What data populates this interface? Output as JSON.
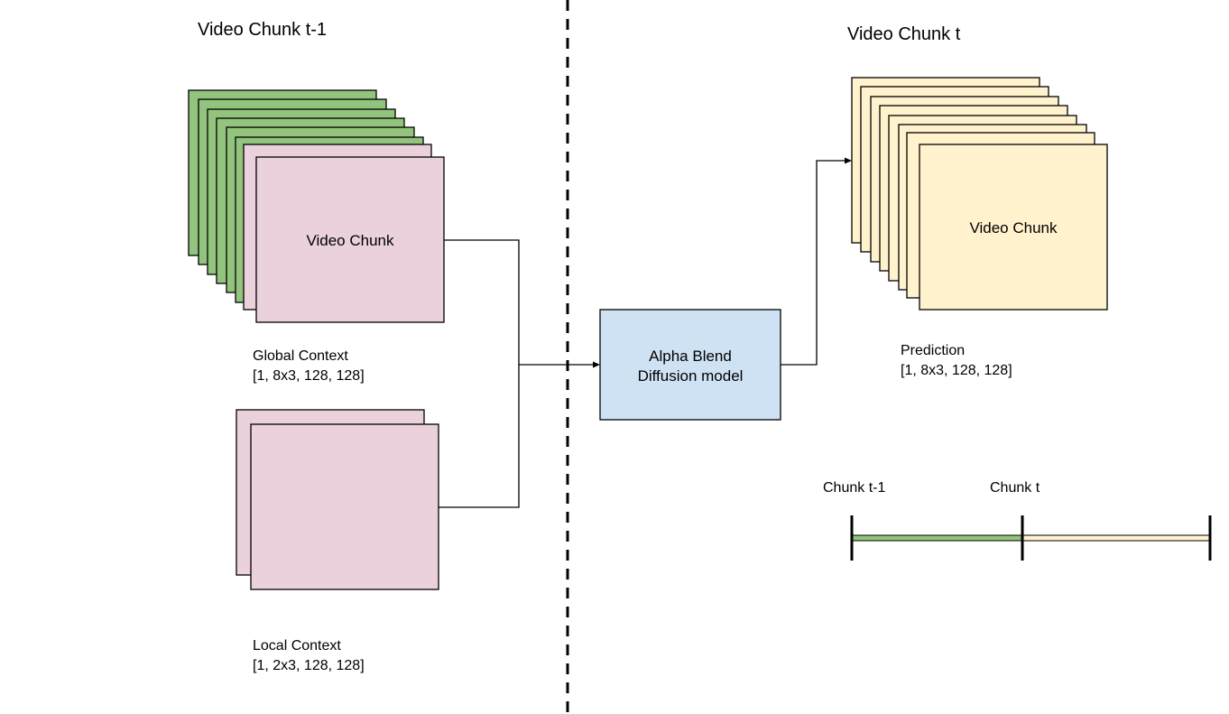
{
  "titles": {
    "left": "Video Chunk t-1",
    "right": "Video Chunk t"
  },
  "global_context": {
    "frame_label": "Video Chunk",
    "name": "Global Context",
    "shape": "[1, 8x3, 128, 128]",
    "frames_green": 6,
    "frames_pink": 2
  },
  "local_context": {
    "name": "Local Context",
    "shape": "[1, 2x3, 128, 128]",
    "frames_pink": 2
  },
  "model": {
    "line1": "Alpha Blend",
    "line2": "Diffusion model"
  },
  "prediction": {
    "frame_label": "Video Chunk",
    "name": "Prediction",
    "shape": "[1, 8x3, 128, 128]",
    "frames": 8
  },
  "timeline": {
    "label_prev": "Chunk t-1",
    "label_curr": "Chunk t"
  },
  "colors": {
    "green": "#93c47d",
    "pink": "#ead1dc",
    "yellow": "#fff2cc",
    "blue": "#cfe2f3",
    "stroke": "#000000"
  }
}
